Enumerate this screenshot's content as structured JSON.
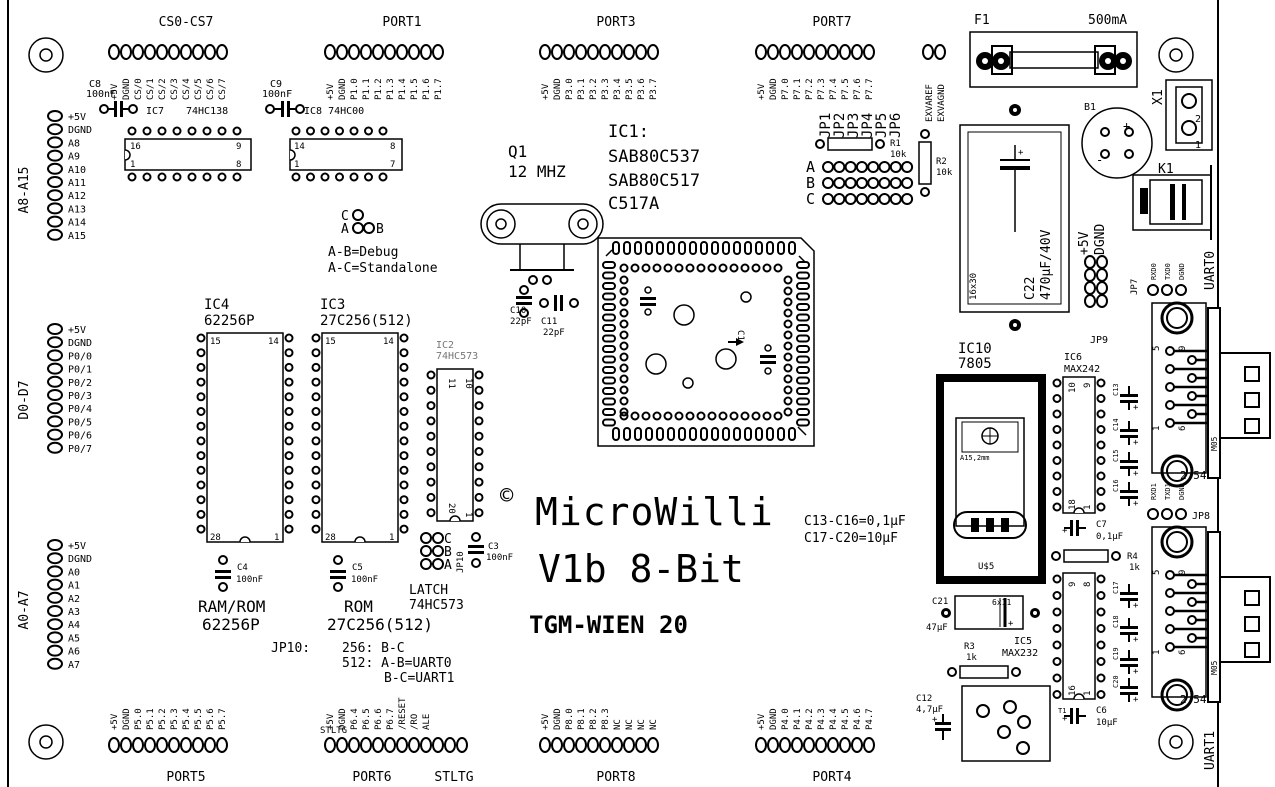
{
  "ports": {
    "cs": {
      "name": "CS0-CS7",
      "pins": [
        "+5V",
        "DGND",
        "CS/0",
        "CS/1",
        "CS/2",
        "CS/3",
        "CS/4",
        "CS/5",
        "CS/6",
        "CS/7"
      ]
    },
    "port1": {
      "name": "PORT1",
      "pins": [
        "+5V",
        "DGND",
        "P1.0",
        "P1.1",
        "P1.2",
        "P1.3",
        "P1.4",
        "P1.5",
        "P1.6",
        "P1.7"
      ]
    },
    "port3": {
      "name": "PORT3",
      "pins": [
        "+5V",
        "DGND",
        "P3.0",
        "P3.1",
        "P3.2",
        "P3.3",
        "P3.4",
        "P3.5",
        "P3.6",
        "P3.7"
      ]
    },
    "port7": {
      "name": "PORT7",
      "pins": [
        "+5V",
        "DGND",
        "P7.0",
        "P7.1",
        "P7.2",
        "P7.3",
        "P7.4",
        "P7.5",
        "P7.6",
        "P7.7"
      ]
    },
    "port5": {
      "name": "PORT5",
      "pins": [
        "+5V",
        "DGND",
        "P5.0",
        "P5.1",
        "P5.2",
        "P5.3",
        "P5.4",
        "P5.5",
        "P5.6",
        "P5.7"
      ]
    },
    "port6": {
      "name": "PORT6",
      "pins": [
        "+5V",
        "DGND",
        "P6.4",
        "P6.5",
        "P6.6",
        "P6.7",
        "/RESET",
        "/RO",
        "ALE"
      ]
    },
    "stltg": {
      "name": "STLTG",
      "sub": "STLTG"
    },
    "port8": {
      "name": "PORT8",
      "pins": [
        "+5V",
        "DGND",
        "P8.0",
        "P8.1",
        "P8.2",
        "P8.3",
        "NC",
        "NC",
        "NC",
        "NC"
      ]
    },
    "port4": {
      "name": "PORT4",
      "pins": [
        "+5V",
        "DGND",
        "P4.0",
        "P4.1",
        "P4.2",
        "P4.3",
        "P4.4",
        "P4.5",
        "P4.6",
        "P4.7"
      ]
    },
    "exva": {
      "pins": [
        "EXVAREF",
        "EXVAGND"
      ]
    }
  },
  "left_headers": {
    "a8a15": {
      "name": "A8-A15",
      "pins": [
        "+5V",
        "DGND",
        "A8",
        "A9",
        "A10",
        "A11",
        "A12",
        "A13",
        "A14",
        "A15"
      ]
    },
    "d0d7": {
      "name": "D0-D7",
      "pins": [
        "+5V",
        "DGND",
        "P0/0",
        "P0/1",
        "P0/2",
        "P0/3",
        "P0/4",
        "P0/5",
        "P0/6",
        "P0/7"
      ]
    },
    "a0a7": {
      "name": "A0-A7",
      "pins": [
        "+5V",
        "DGND",
        "A0",
        "A1",
        "A2",
        "A3",
        "A4",
        "A5",
        "A6",
        "A7"
      ]
    }
  },
  "parts": {
    "c8": {
      "name": "C8",
      "val": "100nF"
    },
    "ic7": {
      "name": "IC7",
      "type": "74HC138",
      "p16": "16",
      "p9": "9",
      "p1": "1",
      "p8": "8"
    },
    "c9": {
      "name": "C9",
      "val": "100nF"
    },
    "ic8": {
      "name": "IC8 74HC00",
      "p14": "14",
      "p8": "8",
      "p1": "1",
      "p7": "7"
    },
    "q1": {
      "name": "Q1",
      "freq": "12 MHZ"
    },
    "ic1": {
      "l1": "IC1:",
      "l2": "SAB80C537",
      "l3": "SAB80C517",
      "l4": "C517A"
    },
    "jp_group": [
      "JP1",
      "JP2",
      "JP3",
      "JP4",
      "JP5",
      "JP6"
    ],
    "jp_abc": [
      "A",
      "B",
      "C"
    ],
    "r1": {
      "name": "R1",
      "val": "10k"
    },
    "r2": {
      "name": "R2",
      "val": "10k"
    },
    "f1": {
      "name": "F1",
      "val": "500mA"
    },
    "b1": {
      "name": "B1"
    },
    "x1": {
      "name": "X1",
      "p1": "1",
      "p2": "2"
    },
    "k1": {
      "name": "K1"
    },
    "c22": {
      "val": "C22",
      "val2": "470µF/40V",
      "size": "16x30"
    },
    "pwr": {
      "p1": "+5V",
      "p2": "DGND"
    },
    "jp9": {
      "name": "JP9"
    },
    "jp7": {
      "name": "JP7",
      "pins": [
        "RXD0",
        "TXD0",
        "DGND"
      ]
    },
    "uart0": {
      "name": "UART0"
    },
    "uart1": {
      "name": "UART1"
    },
    "dsub": {
      "label": "M05",
      "pitch": "2,54",
      "p5": "5",
      "p9": "9",
      "p1": "1",
      "p6": "6"
    },
    "jumper_cab": {
      "c": "C",
      "a": "A",
      "b": "B",
      "l1": "A-B=Debug",
      "l2": "A-C=Standalone"
    },
    "ic4": {
      "name": "IC4",
      "type": "62256P",
      "p15": "15",
      "p14": "14",
      "p28": "28",
      "p1": "1"
    },
    "ic3": {
      "name": "IC3",
      "type": "27C256(512)",
      "p15": "15",
      "p14": "14",
      "p28": "28",
      "p1": "1"
    },
    "ic2": {
      "name": "IC2",
      "type": "74HC573",
      "p11": "11",
      "p10": "10",
      "p20": "20",
      "p1": "1"
    },
    "c10": {
      "name": "C10",
      "val": "22pF"
    },
    "c11": {
      "name": "C11",
      "val": "22pF"
    },
    "c1": {
      "name": "C1"
    },
    "c4": {
      "name": "C4",
      "val": "100nF"
    },
    "c5": {
      "name": "C5",
      "val": "100nF"
    },
    "c3": {
      "name": "C3",
      "val": "100nF"
    },
    "jp10": {
      "name": "JP10",
      "c": "C",
      "b": "B",
      "a": "A"
    },
    "ramrom": {
      "l1": "RAM/ROM",
      "l2": "62256P"
    },
    "rom": {
      "l1": "ROM",
      "l2": "27C256(512)"
    },
    "latch": {
      "l1": "LATCH",
      "l2": "74HC573"
    },
    "jp10note": {
      "label": "JP10:",
      "r1": "256: B-C",
      "r2": "512: A-B=UART0",
      "r3": "B-C=UART1"
    },
    "ic10": {
      "name": "IC10",
      "type": "7805",
      "heatsink": "A15,2mm",
      "foot": "U$5"
    },
    "ic6": {
      "name": "IC6",
      "type": "MAX242",
      "p10": "10",
      "p9": "9",
      "p18": "18",
      "p1": "1"
    },
    "ic5": {
      "name": "IC5",
      "type": "MAX232",
      "p9": "9",
      "p8": "8",
      "p16": "16",
      "p1": "1"
    },
    "caps_note": {
      "l1": "C13-C16=0,1µF",
      "l2": "C17-C20=10µF"
    },
    "c7": {
      "name": "C7",
      "val": "0,1µF"
    },
    "r4": {
      "name": "R4",
      "val": "1k"
    },
    "jp8": {
      "name": "JP8",
      "pins": [
        "RXD1",
        "TXD1",
        "DGND"
      ]
    },
    "c21": {
      "name": "C21",
      "val": "47µF",
      "size": "6x11"
    },
    "r3": {
      "name": "R3",
      "val": "1k"
    },
    "c12": {
      "name": "C12",
      "val": "4,7µF"
    },
    "t1": {
      "name": "T1"
    },
    "c6": {
      "name": "C6",
      "val": "10µF"
    },
    "small_caps": [
      "C13",
      "C14",
      "C15",
      "C16",
      "C17",
      "C18",
      "C19",
      "C20"
    ]
  },
  "logo": {
    "copyright": "©",
    "name": "MicroWilli",
    "version": "V1b 8-Bit",
    "org": "TGM-WIEN 20"
  }
}
